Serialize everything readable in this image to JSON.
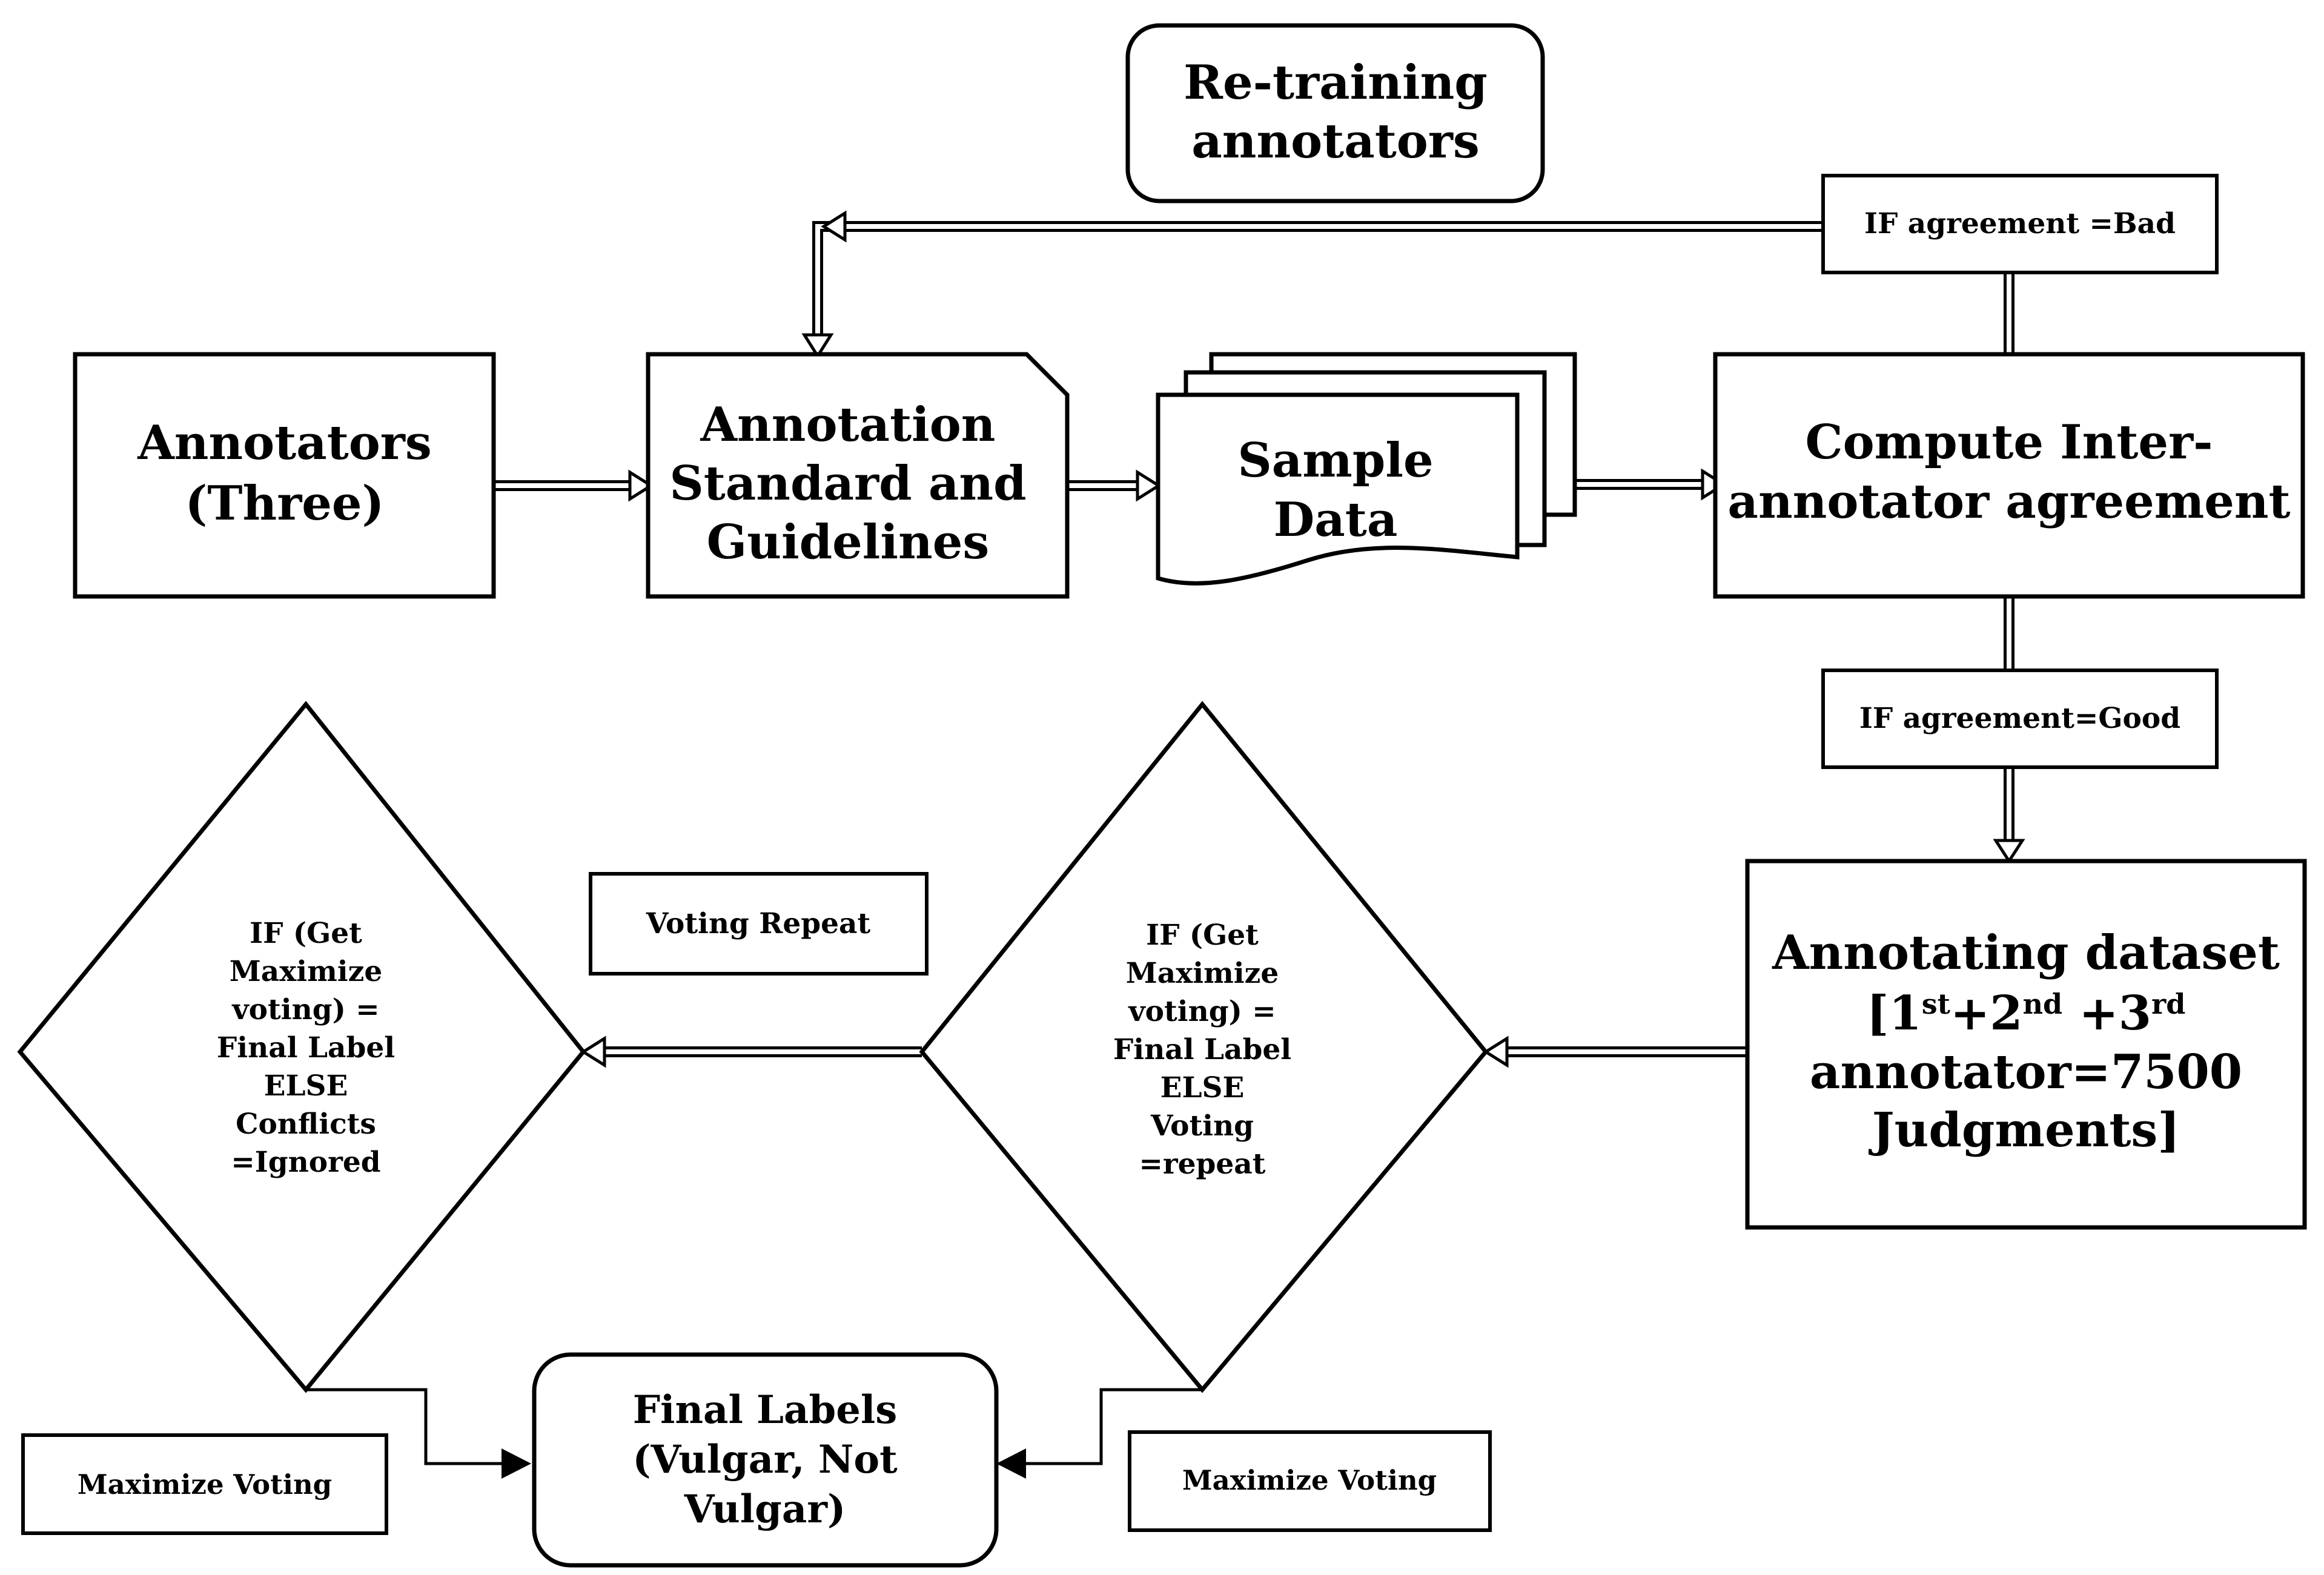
{
  "nodes": {
    "retraining": {
      "lines": [
        "Re-training",
        "annotators"
      ]
    },
    "annotators": {
      "lines": [
        "Annotators",
        "(Three)"
      ]
    },
    "standard": {
      "lines": [
        "Annotation",
        "Standard and",
        "Guidelines"
      ]
    },
    "sample": {
      "lines": [
        "Sample",
        "Data"
      ]
    },
    "compute": {
      "lines": [
        "Compute Inter-",
        "annotator agreement"
      ]
    },
    "bad": {
      "text": "IF agreement =Bad"
    },
    "good": {
      "text": "IF agreement=Good"
    },
    "dataset": {
      "line1": "Annotating dataset",
      "line2": [
        "[1",
        "st",
        "+2",
        "nd",
        " +3",
        "rd"
      ],
      "line3": "annotator=7500",
      "line4": "Judgments]"
    },
    "decision_right": {
      "lines": [
        "IF (Get",
        "Maximize",
        "voting) =",
        "Final Label",
        "ELSE",
        "Voting",
        "=repeat"
      ]
    },
    "decision_left": {
      "lines": [
        "IF (Get",
        "Maximize",
        "voting) =",
        "Final Label",
        "ELSE",
        "Conflicts",
        "=Ignored"
      ]
    },
    "voting_repeat": {
      "text": "Voting Repeat"
    },
    "final": {
      "lines": [
        "Final Labels",
        "(Vulgar, Not",
        "Vulgar)"
      ]
    },
    "max_left": {
      "text": "Maximize Voting"
    },
    "max_right": {
      "text": "Maximize Voting"
    }
  }
}
